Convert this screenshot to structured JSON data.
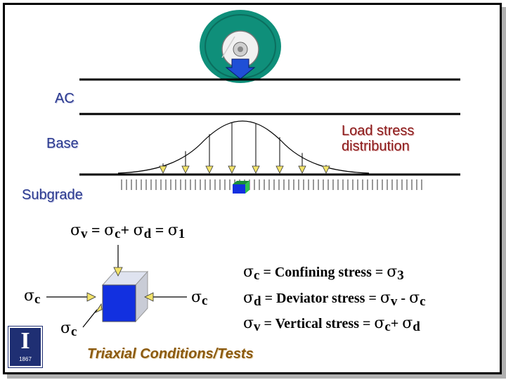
{
  "layers": {
    "ac": "AC",
    "base": "Base",
    "subgrade": "Subgrade"
  },
  "load_label": {
    "line1": "Load stress",
    "line2": "distribution"
  },
  "equation": {
    "sigma": "σ",
    "v": "v",
    "equals": "=",
    "c": "c",
    "plus": "+",
    "d": "d",
    "one": "1"
  },
  "cube_labels": {
    "sigma": "σ",
    "c": "c"
  },
  "legend": [
    {
      "sigma": "σ",
      "sub": "c",
      "text": "= Confining stress =",
      "rhs_sigma": "σ",
      "rhs_sub": "3",
      "op": "",
      "rhs2_sigma": "",
      "rhs2_sub": ""
    },
    {
      "sigma": "σ",
      "sub": "d",
      "text": "= Deviator stress =",
      "rhs_sigma": "σ",
      "rhs_sub": "v",
      "op": "-",
      "rhs2_sigma": "σ",
      "rhs2_sub": "c"
    },
    {
      "sigma": "σ",
      "sub": "v",
      "text": "= Vertical stress =",
      "rhs_sigma": "σ",
      "rhs_sub": "c",
      "op": "+",
      "rhs2_sigma": "σ",
      "rhs2_sub": "d"
    }
  ],
  "title": "Triaxial Conditions/Tests",
  "logo": {
    "letter": "I",
    "year": "1867"
  },
  "colors": {
    "wheel_bg": "#0f8f7a",
    "load_arrow": "#1f4fd6",
    "arrow_fill": "#f2e36a",
    "cube": "#1230e0",
    "layer_text": "#2b3a8f",
    "load_text": "#8b1a1a",
    "title_text": "#8b5a10",
    "logo_bg": "#1f2f73"
  },
  "icons": [
    "wheel-icon",
    "load-arrow-icon",
    "stress-arrow-icon",
    "soil-hatch-icon",
    "soil-element-icon",
    "cube-icon",
    "university-logo-icon"
  ]
}
